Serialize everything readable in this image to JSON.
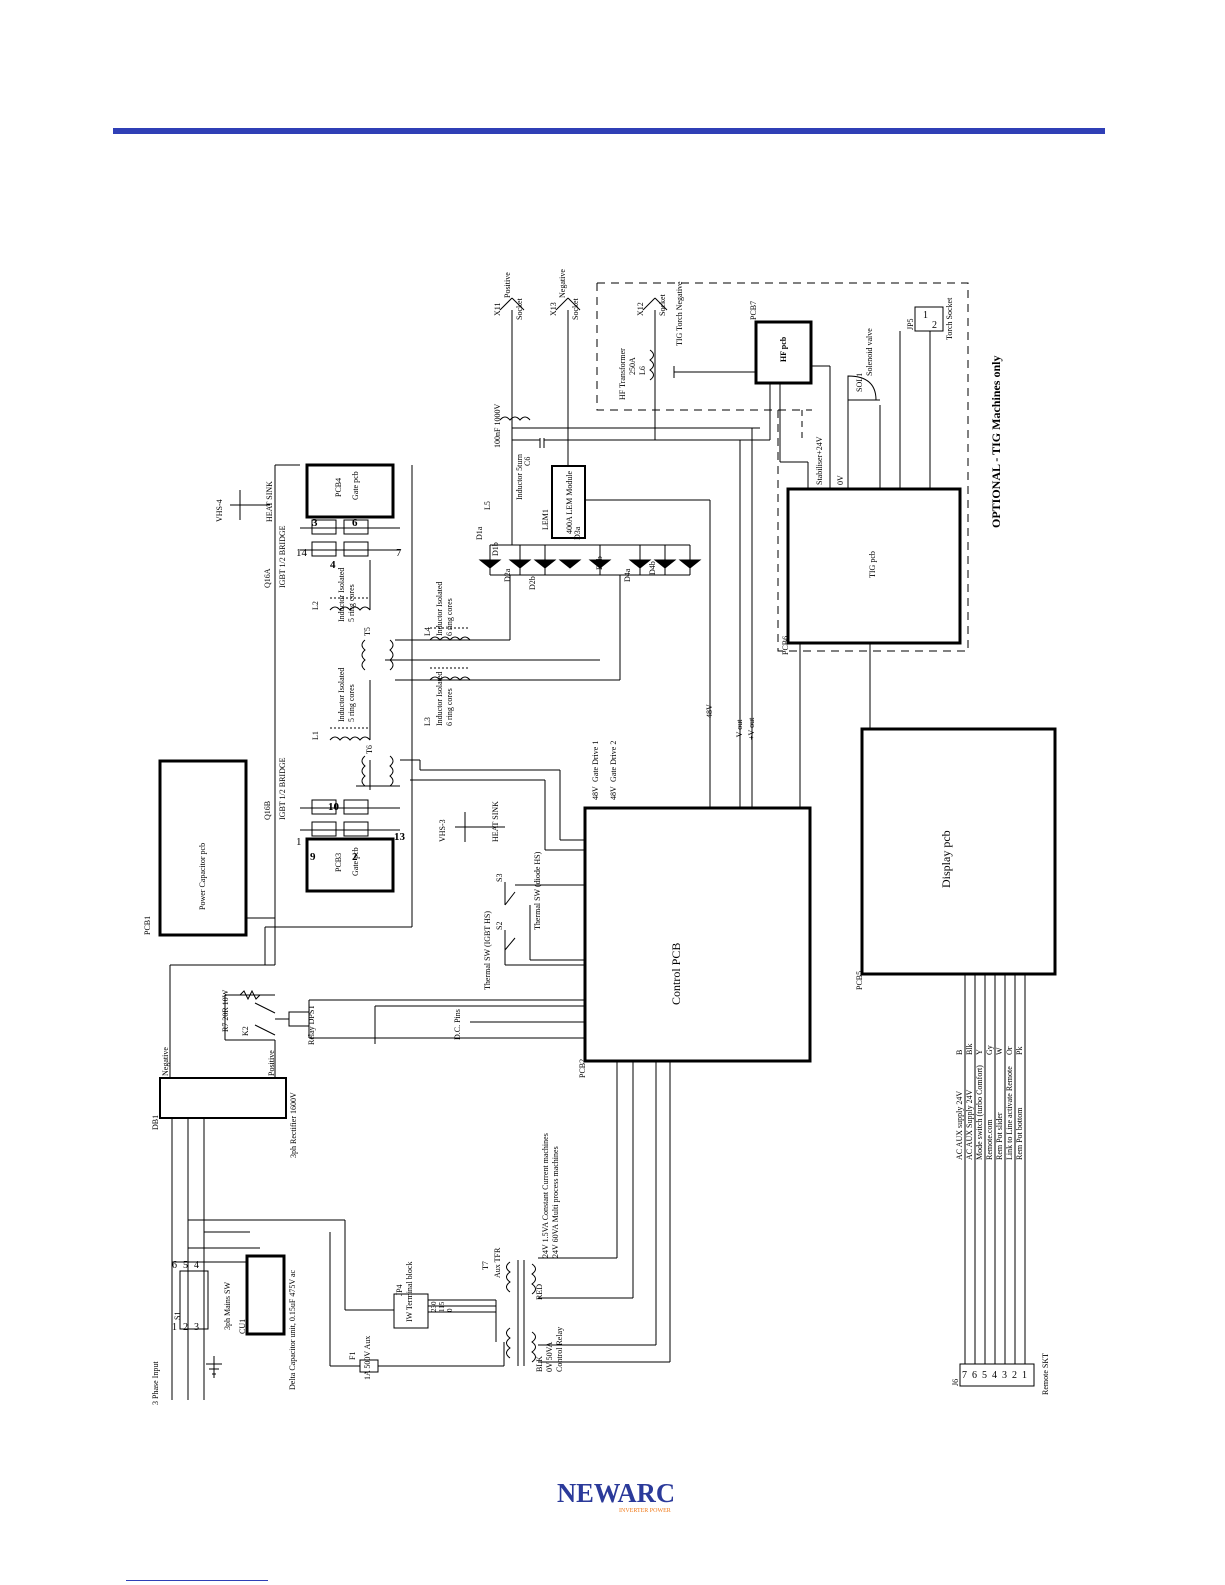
{
  "colors": {
    "bar": "#2f3fb6",
    "ink": "#000000",
    "logo_blue": "#2b3a9a",
    "logo_orange": "#f07a1a"
  },
  "logo": {
    "brand": "NEWARC",
    "tagline": "INVERTER POWER"
  },
  "optional_banner": "OPTIONAL  -  TIG Machines only",
  "blocks": {
    "control": "Control PCB",
    "display": "Display pcb",
    "power_cap": "Power Capacitor pcb",
    "tig": "TIG pcb",
    "hf": "HF pcb",
    "pcb3": "PCB3",
    "pcb4": "PCB4",
    "gate3": "Gate pcb",
    "gate4": "Gate pcb",
    "lem": "400A LEM Module",
    "db1": "3ph Rectifier 1600V",
    "relay": "Relay DPST",
    "sw": "3ph Mains SW",
    "cap_unit": "Delta Capacitor unit, 0.15uF 475V ac",
    "tb": "IW Terminal block"
  },
  "refs": {
    "pcb1": "PCB1",
    "pcb2": "PCB2",
    "pcb5": "PCB5",
    "pcb6": "PCB6",
    "pcb7": "PCB7",
    "db1": "DB1",
    "cu1": "CU1",
    "s1": "S1",
    "jp4": "JP4",
    "j6": "J6",
    "jp5": "JP5",
    "x11": "X11",
    "x12": "X12",
    "x13": "X13",
    "sol": "SOL1",
    "t7": "T7",
    "f1": "F1"
  },
  "labels": {
    "three_phase": "3 Phase Input",
    "negative": "Negative",
    "positive": "Positive",
    "r7": "R7  20R 10W",
    "k2": "K2",
    "dc_pins": "D.C. Pins",
    "q16b": "Q16B",
    "q16b_desc": "IGBT 1/2 BRIDGE",
    "q16a": "Q16A",
    "q16a_desc": "IGBT 1/2 BRIDGE",
    "vhs3": "VHS-3",
    "vhs4": "VHS-4",
    "heatsink3": "HEAT SINK",
    "heatsink4": "HEAT SINK",
    "t6": "T6",
    "t5": "T5",
    "l1": "L1",
    "l1_desc": "Inductor Isolated",
    "l1_sub": "5 ring cores",
    "l2": "L2",
    "l2_desc": "Inductor Isolated",
    "l2_sub": "5 ring cores",
    "l3": "L3",
    "l3_desc": "Inductor Isolated",
    "l3_sub": "6 ring cores",
    "l4": "L4",
    "l4_desc": "Inductor Isolated",
    "l4_sub": "6 ring cores",
    "l5": "L5",
    "l5_desc": "Inductor 5turn",
    "c6": "C6",
    "c6_desc": "100nF 1000V",
    "lem1": "LEM1",
    "x11_pos": "Positive",
    "x11_sock": "Socket",
    "x13_neg": "Negative",
    "x13_sock": "Socket",
    "x12_sock": "Socket",
    "x12_desc": "TIG Torch Negative",
    "hf_tx": "HF Transformer",
    "hf_tx_a": "250A",
    "l6": "L6",
    "sol_valve": "Solenoid valve",
    "torch_socket": "Torch Socket",
    "stab": "Stabiliser+24V",
    "ov": "0V",
    "s2": "S2",
    "s3": "S3",
    "therm_igbt": "Thermal SW (IGBT HS)",
    "therm_diode": "Thermal SW (diode HS)",
    "gate_drive1": "Gate Drive 1",
    "gate_drive2": "Gate Drive 2",
    "v48a": "48V",
    "v48b": "48V",
    "v48c": "48V",
    "vout1": "-V out",
    "vout2": "+V out",
    "aux_tfr": "Aux TFR",
    "red": "RED",
    "blk": "BLK",
    "red_desc1": "24V 1.5VA Constant Current machines",
    "red_desc2": "24V 60VA Multi process machines",
    "blk_desc1": "0V 50VA",
    "blk_desc2": "Control Relay",
    "f1_desc": "1A 500V Aux",
    "remote_skt": "Remote SKT"
  },
  "diodes": [
    "D1a",
    "D1b",
    "D2a",
    "D2b",
    "D3a",
    "D3b",
    "D4a",
    "D4b"
  ],
  "igbt_pins": {
    "p1": "1",
    "p2": "2",
    "p3": "3",
    "p4": "4",
    "p6": "6",
    "p7": "7",
    "p9": "9",
    "p10": "10",
    "p13": "13",
    "p14": "14"
  },
  "switch_pins": [
    "1",
    "2",
    "3",
    "4",
    "5",
    "6"
  ],
  "tb_pins": [
    "230",
    "115",
    "0"
  ],
  "remote": {
    "pins": [
      "7",
      "6",
      "5",
      "4",
      "3",
      "2",
      "1"
    ],
    "signals": [
      {
        "name": "AC AUX supply 24V",
        "color": "B"
      },
      {
        "name": "AC AUX Supply 24V",
        "color": "Blk"
      },
      {
        "name": "Mode switch (turbo Comfort)",
        "color": "Y"
      },
      {
        "name": "Remote.com",
        "color": "Gy"
      },
      {
        "name": "Rem Pot slider",
        "color": "W"
      },
      {
        "name": "Link to Line activate Remote",
        "color": "Or"
      },
      {
        "name": "Rem Pot bottom",
        "color": "Pk"
      }
    ]
  },
  "jp5_pins": [
    "1",
    "2"
  ]
}
